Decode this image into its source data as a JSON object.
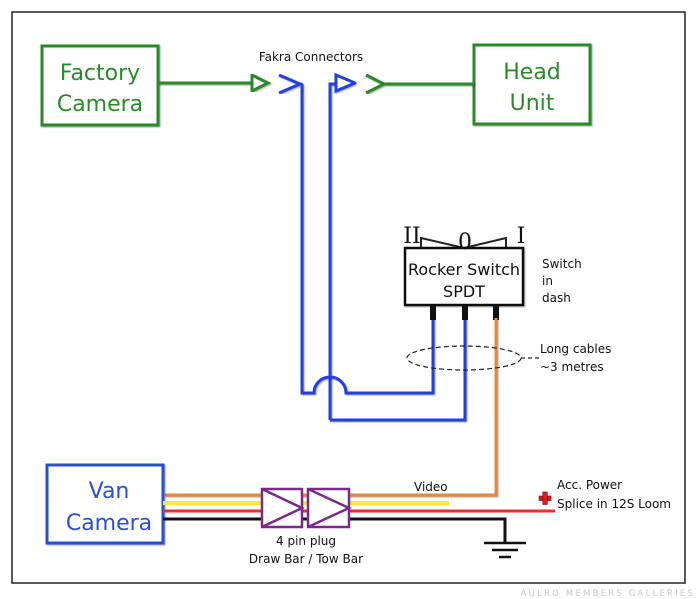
{
  "diagram": {
    "boxes": {
      "factory_camera": {
        "line1": "Factory",
        "line2": "Camera"
      },
      "head_unit": {
        "line1": "Head",
        "line2": "Unit"
      },
      "van_camera": {
        "line1": "Van",
        "line2": "Camera"
      },
      "rocker_switch": {
        "line1": "Rocker Switch",
        "line2": "SPDT"
      }
    },
    "labels": {
      "fakra_connectors": "Fakra Connectors",
      "switch_position_left": "II",
      "switch_position_center": "0",
      "switch_position_right": "I",
      "switch_note_line1": "Switch",
      "switch_note_line2": "in",
      "switch_note_line3": "dash",
      "long_cables_line1": "Long cables",
      "long_cables_line2": "~3 metres",
      "video": "Video",
      "acc_power_line1": "Acc. Power",
      "acc_power_line2": "Splice in 12S Loom",
      "plug_line1": "4 pin plug",
      "plug_line2": "Draw Bar / Tow Bar"
    },
    "wire_colors": {
      "green": "#2a8a2a",
      "blue": "#2340e0",
      "orange": "#e8883a",
      "yellow": "#f2ea3c",
      "red": "#e53030",
      "black": "#111111",
      "purple": "#7a2a8c"
    },
    "watermark": "AULRO MEMBERS GALLERIES"
  }
}
